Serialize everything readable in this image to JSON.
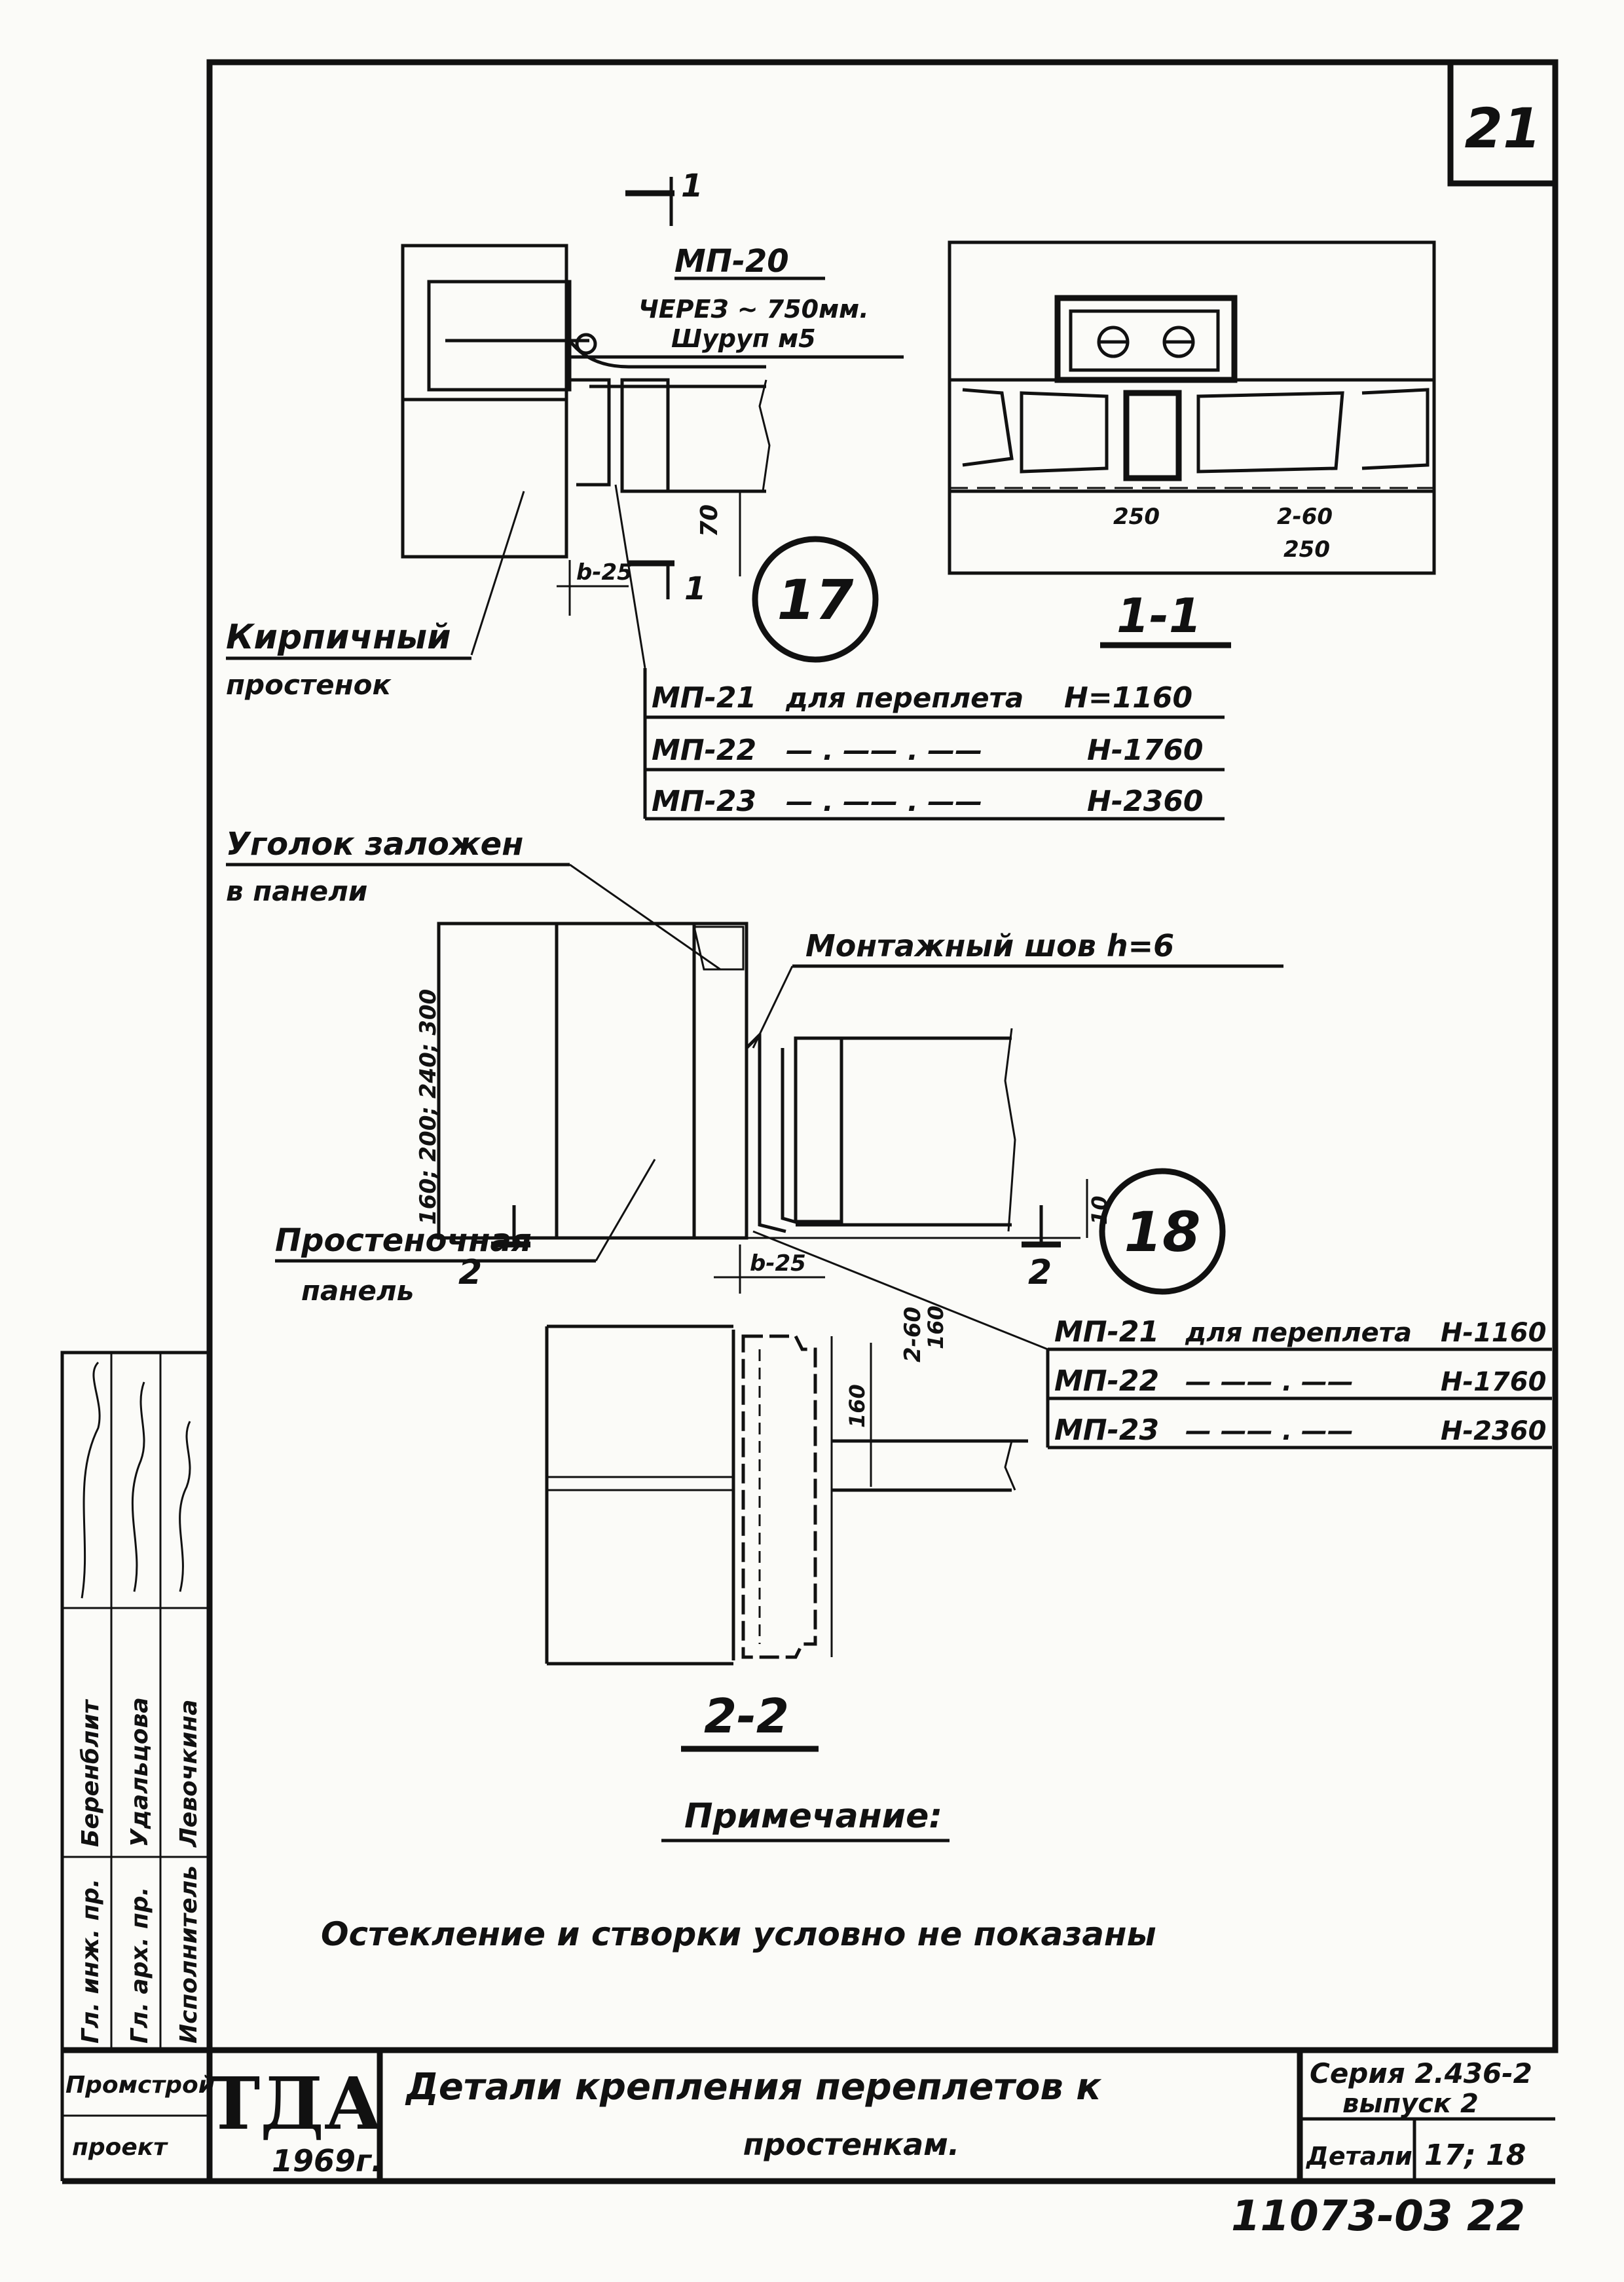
{
  "sheet": {
    "page_number": "21",
    "bottom_code": "11073-03",
    "bottom_page": "22"
  },
  "detail17": {
    "section_mark": "1",
    "top_label_1": "МП-20",
    "top_label_2": "ЧЕРЕЗ ~ 750мм.",
    "top_label_3": "Шуруп м5",
    "dim_70": "70",
    "dim_b": "b-25",
    "callout": "17",
    "brick_label_1": "Кирпичный",
    "brick_label_2": "простенок",
    "schedule": [
      {
        "mark": "МП-21",
        "middle": "для переплета",
        "h": "H=1160"
      },
      {
        "mark": "МП-22",
        "middle": "— . —— . ——",
        "h": "H-1760"
      },
      {
        "mark": "МП-23",
        "middle": "— . —— . ——",
        "h": "H-2360"
      }
    ]
  },
  "section11": {
    "title": "1-1",
    "dim_a": "250",
    "dim_b": "2-60",
    "dim_c": "250"
  },
  "detail18": {
    "corner_label_1": "Уголок заложен",
    "corner_label_2": "в панели",
    "weld_label": "Монтажный шов h=6",
    "height_dims": "160; 200; 240; 300",
    "dim_b": "b-25",
    "dim_10": "10",
    "cut_left": "2",
    "cut_right": "2",
    "callout": "18",
    "panel_label_1": "Простеночная",
    "panel_label_2": "панель",
    "schedule": [
      {
        "mark": "МП-21",
        "middle": "для переплета",
        "h": "H-1160"
      },
      {
        "mark": "МП-22",
        "middle": "— —— . ——",
        "h": "H-1760"
      },
      {
        "mark": "МП-23",
        "middle": "— —— . ——",
        "h": "H-2360"
      }
    ]
  },
  "section22": {
    "title": "2-2",
    "dim_top": "2-60",
    "dim_top2": "160",
    "dim_mid": "160"
  },
  "note": {
    "title": "Примечание:",
    "text": "Остекление и створки условно не показаны"
  },
  "side_stamp": {
    "roles": [
      "Гл. инж. пр.",
      "Гл. арх. пр.",
      "Исполнитель"
    ],
    "names": [
      "Беренблит",
      "Удальцова",
      "Левочкина"
    ]
  },
  "title_block": {
    "org_logo": "ТДА",
    "year": "1969г.",
    "org_name_1": "Промстрой",
    "org_name_2": "проект",
    "title_1": "Детали крепления переплетов к",
    "title_2": "простенкам.",
    "series_1": "Серия 2.436-2",
    "series_2": "выпуск 2",
    "detail_label": "Детали",
    "detail_value": "17; 18"
  }
}
